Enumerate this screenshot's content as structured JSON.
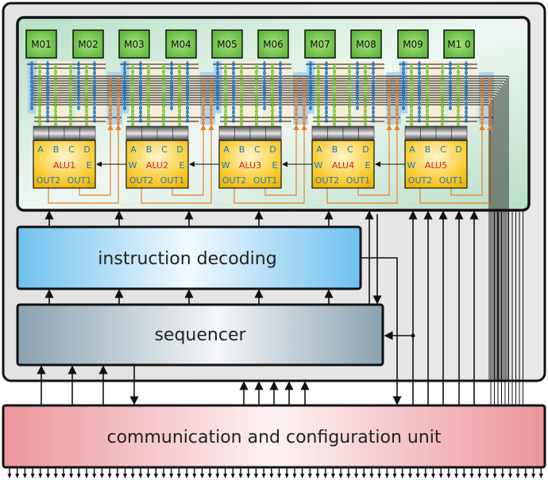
{
  "memories": [
    "M01",
    "M02",
    "M03",
    "M04",
    "M05",
    "M06",
    "M07",
    "M08",
    "M09",
    "M1 0"
  ],
  "alus": [
    {
      "name": "ALU1",
      "inputs": [
        "A",
        "B",
        "C",
        "D"
      ],
      "side_left": "",
      "side_right": "E",
      "outputs": [
        "OUT2",
        "OUT1"
      ]
    },
    {
      "name": "ALU2",
      "inputs": [
        "A",
        "B",
        "C",
        "D"
      ],
      "side_left": "W",
      "side_right": "E",
      "outputs": [
        "OUT2",
        "OUT1"
      ]
    },
    {
      "name": "ALU3",
      "inputs": [
        "A",
        "B",
        "C",
        "D"
      ],
      "side_left": "W",
      "side_right": "E",
      "outputs": [
        "OUT2",
        "OUT1"
      ]
    },
    {
      "name": "ALU4",
      "inputs": [
        "A",
        "B",
        "C",
        "D"
      ],
      "side_left": "W",
      "side_right": "E",
      "outputs": [
        "OUT2",
        "OUT1"
      ]
    },
    {
      "name": "ALU5",
      "inputs": [
        "A",
        "B",
        "C",
        "D"
      ],
      "side_left": "W",
      "side_right": "",
      "outputs": [
        "OUT2",
        "OUT1"
      ]
    }
  ],
  "blocks": {
    "decoding": "instruction decoding",
    "sequencer": "sequencer",
    "comm": "communication and configuration unit"
  },
  "colors": {
    "memory": "#5fc03a",
    "alu": "#f7c21c",
    "alu_name": "#d42020",
    "alu_port": "#1a78c2",
    "decoding": "#72c3f0",
    "sequencer": "#8fa6b4",
    "comm": "#ec949c",
    "datapath": "#c9ead8",
    "wire_orange": "#e8802a",
    "wire_blue": "#1a78c2",
    "wire_green": "#7ac430"
  }
}
